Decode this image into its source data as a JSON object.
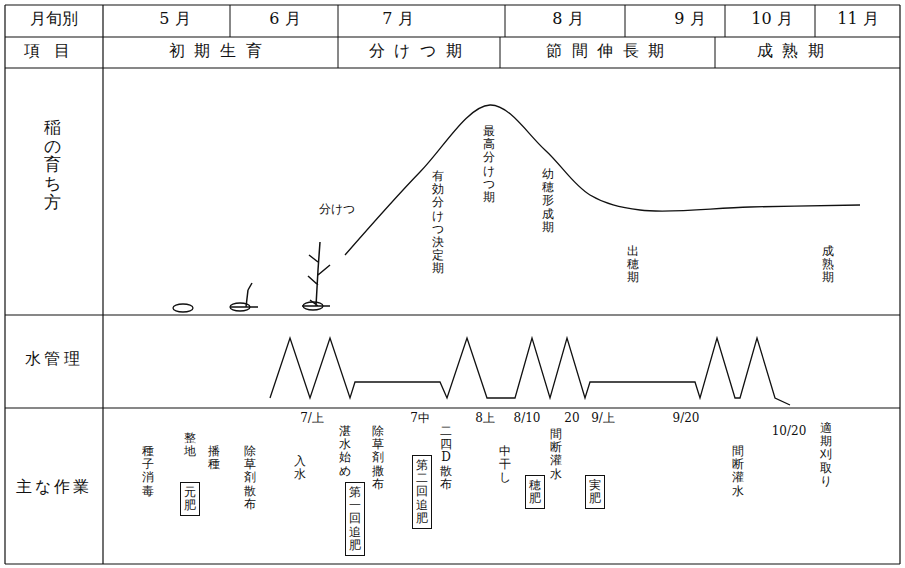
{
  "diagram": {
    "nodes": [
      {
        "text": [
          "元肥"
        ]
      },
      {
        "text": [
          "第一回追肥"
        ]
      },
      {
        "text": [
          "第二回追肥"
        ]
      },
      {
        "text": [
          "穂肥"
        ]
      },
      {
        "text": [
          "実肥"
        ]
      }
    ],
    "labels": [
      "月旬別",
      "5 月",
      "6 月",
      "7 月",
      "8 月",
      "9 月",
      "10 月",
      "11 月",
      "項目",
      "初期生育",
      "分けつ期",
      "節間伸長期",
      "成熟期",
      "稲の育ち方",
      "分けつ",
      "有効分けつ決定期",
      "最高分けつ期",
      "幼穂形成期",
      "出穂期",
      "成熟期",
      "水管理",
      "主な作業",
      "種子消毒",
      "整地",
      "播種",
      "除草剤散布",
      "入水",
      "7/上",
      "湛水始め",
      "除草剤撒布",
      "7中",
      "二四D散布",
      "8上",
      "中干し",
      "8/10",
      "間断灌水",
      "20",
      "9/上",
      "9/20",
      "間断灌水",
      "10/20",
      "適期刈取り"
    ]
  }
}
